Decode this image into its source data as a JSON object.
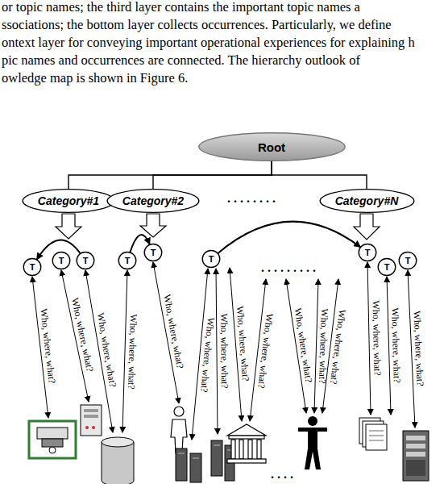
{
  "diagram": {
    "nodes": [
      {
        "text": [
          "Root"
        ]
      },
      {
        "text": [
          "Category#1"
        ]
      },
      {
        "text": [
          "Category#2"
        ]
      },
      {
        "text": [
          "Category#N"
        ]
      },
      {
        "text": [
          "T"
        ]
      },
      {
        "text": [
          "T"
        ]
      },
      {
        "text": [
          "T"
        ]
      },
      {
        "text": [
          "T"
        ]
      },
      {
        "text": [
          "T"
        ]
      },
      {
        "text": [
          "T"
        ]
      },
      {
        "text": [
          "T"
        ]
      },
      {
        "text": [
          "T"
        ]
      },
      {
        "text": [
          "T"
        ]
      }
    ],
    "edges": [
      {
        "from": 0,
        "to": 1,
        "arrow": "none"
      },
      {
        "from": 0,
        "to": 2,
        "arrow": "none"
      },
      {
        "from": 0,
        "to": 3,
        "arrow": "none"
      },
      {
        "from": 6,
        "to": 4,
        "arrow": "to"
      },
      {
        "from": 7,
        "to": 8,
        "arrow": "to"
      },
      {
        "from": 9,
        "to": 10,
        "arrow": "to"
      }
    ],
    "labels": [
      "or topic names; the third layer contains the important topic names a",
      "ssociations; the bottom layer collects occurrences. Particularly, we define",
      "ontext layer for conveying important operational experiences for explaining h",
      "pic names and occurrences are connected. The hierarchy outlook of",
      "owledge map is shown in Figure 6.",
      ". . . . . . . .",
      ". . . . . . . . .",
      ". . . .",
      "Who, where, what?",
      "Who, where, what?",
      "Who, where, what?",
      "Who, where, what?",
      "Who, where, what?",
      "Who, where, what?",
      "Who, where, what?",
      "Who, where, what?",
      "Who, where, what?",
      "Who, where, what?",
      "Who, where, what?",
      "Who, where, what?",
      "Who, where, what?",
      "Who, where, what?",
      "Who, where, what?"
    ]
  }
}
